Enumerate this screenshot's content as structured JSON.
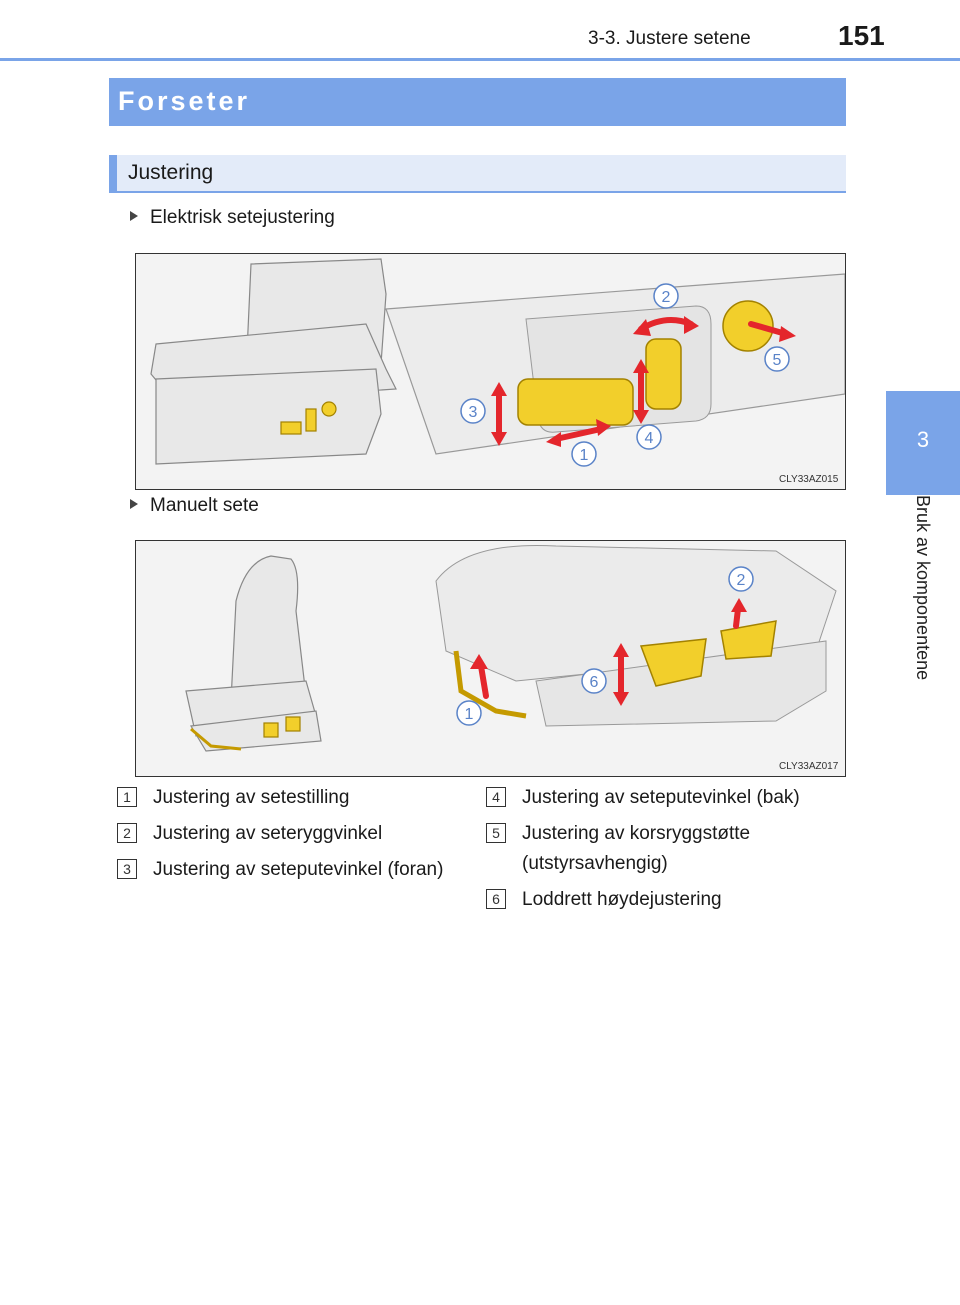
{
  "header": {
    "section_title": "3-3. Justere setene",
    "page_number": "151"
  },
  "side_tab": {
    "chapter_number": "3",
    "chapter_title": "Bruk av komponentene"
  },
  "section_title": "Forseter",
  "subsection_title": "Justering",
  "bullets": {
    "electric": "Elektrisk setejustering",
    "manual": "Manuelt sete"
  },
  "figures": {
    "electric_code": "CLY33AZ015",
    "manual_code": "CLY33AZ017",
    "electric_callouts": [
      "1",
      "2",
      "3",
      "4",
      "5"
    ],
    "manual_callouts": [
      "1",
      "2",
      "6"
    ]
  },
  "legend": [
    {
      "num": "1",
      "text": "Justering av setestilling"
    },
    {
      "num": "2",
      "text": "Justering av seteryggvinkel"
    },
    {
      "num": "3",
      "text": "Justering av seteputevinkel (foran)"
    },
    {
      "num": "4",
      "text": "Justering av seteputevinkel (bak)"
    },
    {
      "num": "5",
      "text": "Justering av korsryggstøtte (utstyrsavhengig)"
    },
    {
      "num": "6",
      "text": "Loddrett høydejustering"
    }
  ],
  "colors": {
    "accent": "#7aa4e8",
    "accent_light": "#e3ebf9",
    "arrow_red": "#e4262c",
    "switch_yellow": "#f2cf2b"
  }
}
